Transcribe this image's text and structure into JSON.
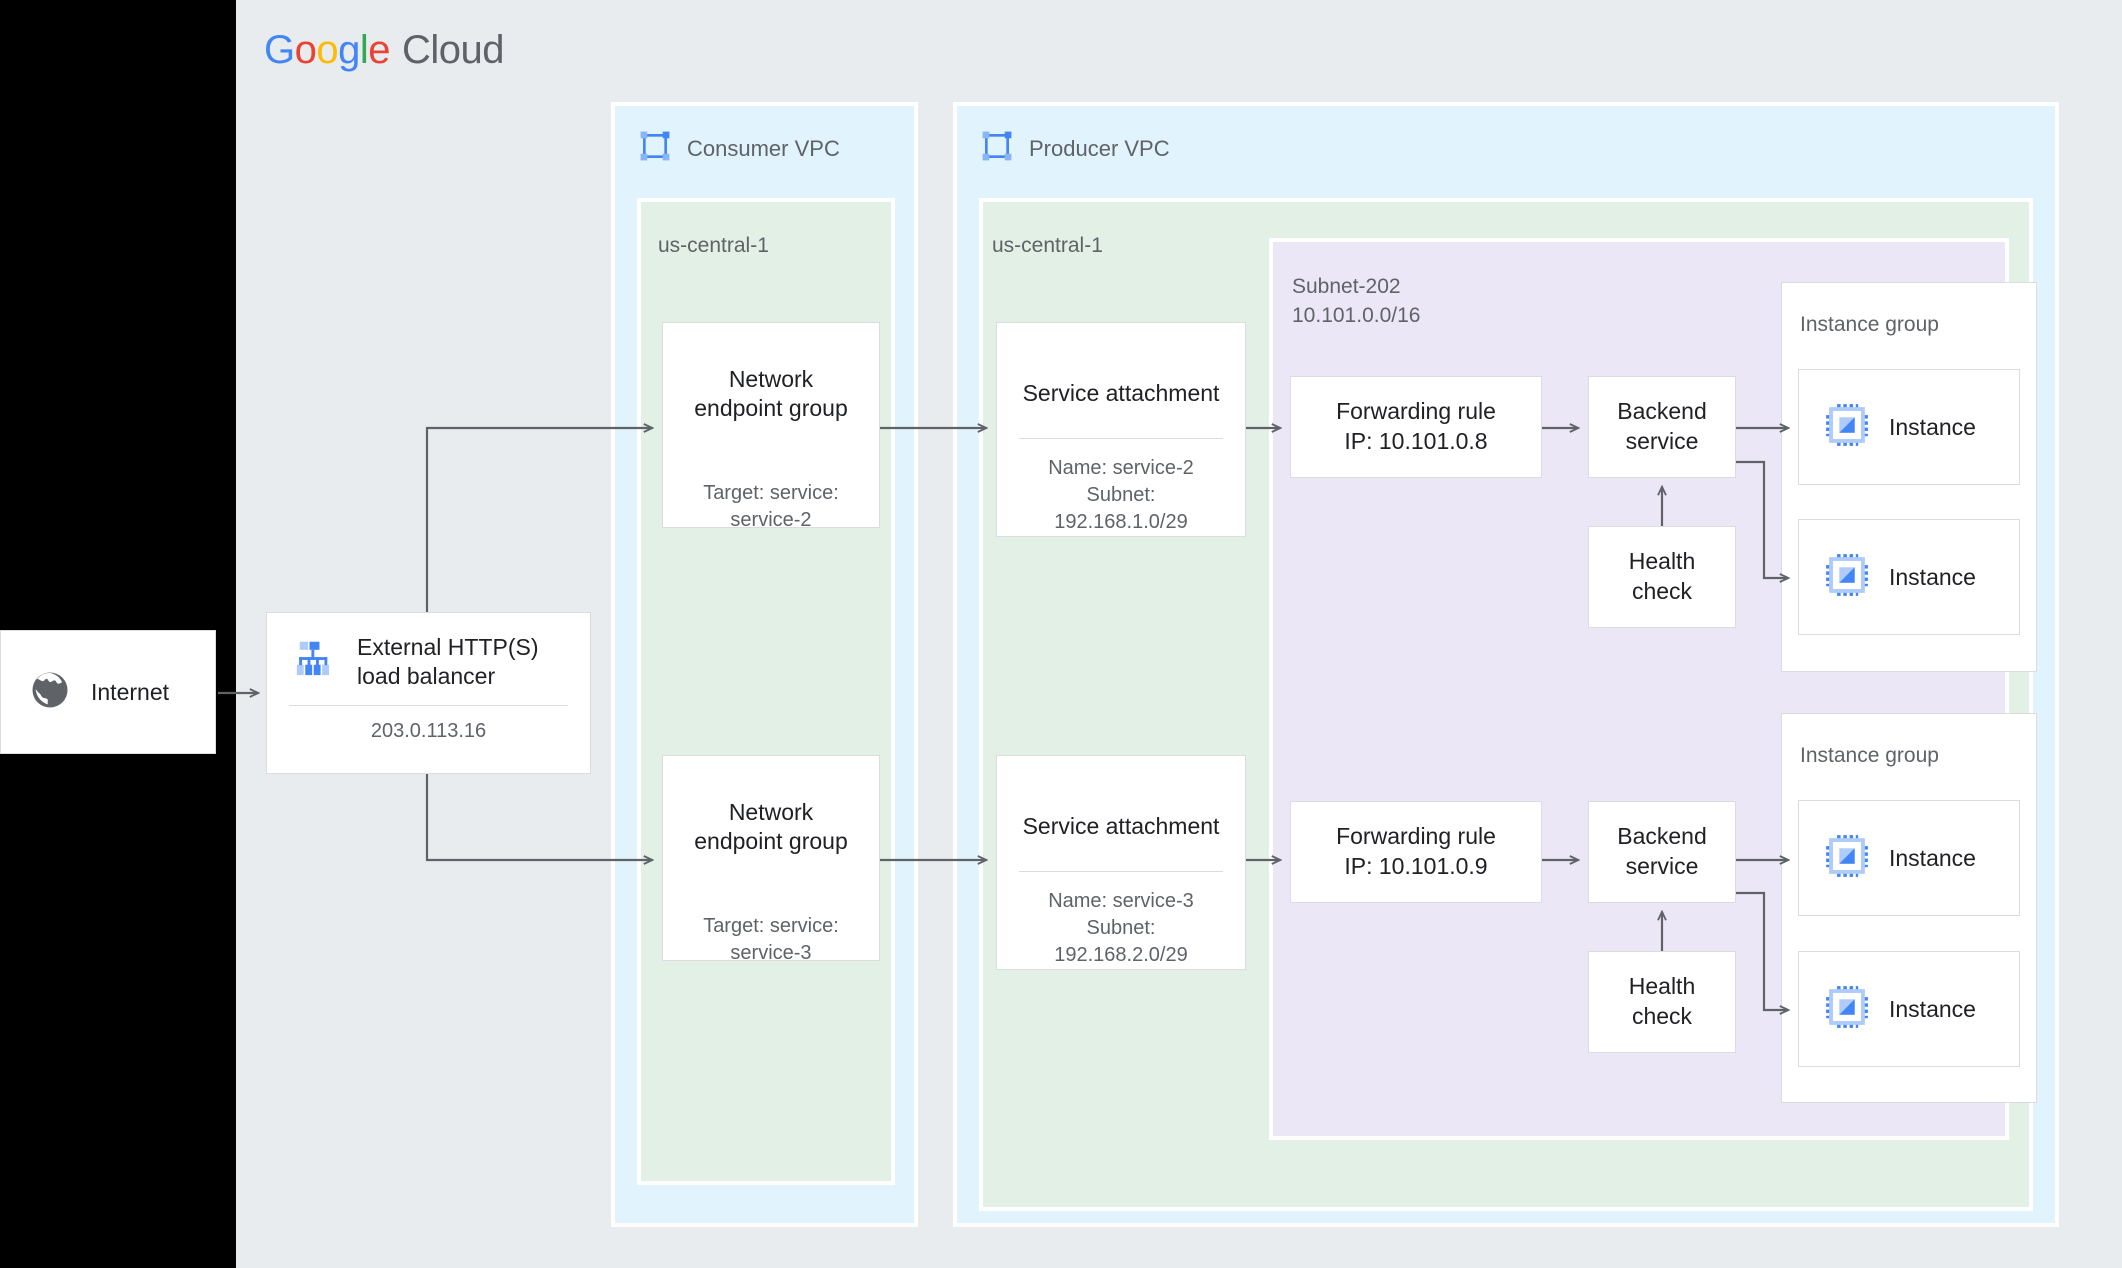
{
  "brand": {
    "logo_letters": [
      "G",
      "o",
      "o",
      "g",
      "l",
      "e"
    ],
    "logo_suffix": "Cloud",
    "colors": {
      "blue": "#4285F4",
      "red": "#EA4335",
      "yellow": "#FBBC05",
      "green": "#34A853",
      "gray": "#5f6368"
    }
  },
  "canvas": {
    "bg": "#e9ecef",
    "outside_bg": "#000000"
  },
  "internet": {
    "label": "Internet",
    "icon": "globe-icon"
  },
  "load_balancer": {
    "title": "External HTTP(S)\nload balancer",
    "title_line1": "External HTTP(S)",
    "title_line2": "load balancer",
    "ip": "203.0.113.16",
    "icon": "load-balancer-icon"
  },
  "vpcs": [
    {
      "id": "consumer",
      "label": "Consumer VPC",
      "icon": "vpc-icon",
      "bg": "#e1f3fd"
    },
    {
      "id": "producer",
      "label": "Producer VPC",
      "icon": "vpc-icon",
      "bg": "#e1f3fd"
    }
  ],
  "regions": [
    {
      "id": "consumer-region",
      "label": "us-central-1",
      "bg": "#e2f0e6"
    },
    {
      "id": "producer-region",
      "label": "us-central-1",
      "bg": "#e2f0e6"
    }
  ],
  "subnet": {
    "name": "Subnet-202",
    "cidr": "10.101.0.0/16",
    "label": "Subnet-202\n10.101.0.0/16",
    "bg": "#ece7f6"
  },
  "flows": [
    {
      "id": "flow-top",
      "neg": {
        "title": "Network\nendpoint group",
        "title_line1": "Network",
        "title_line2": "endpoint group",
        "sub": "Target: service:\nservice-2"
      },
      "service_attachment": {
        "title": "Service attachment",
        "sub": "Name: service-2\nSubnet:\n192.168.1.0/29",
        "name": "service-2",
        "subnet": "192.168.1.0/29"
      },
      "forwarding_rule": {
        "line1": "Forwarding rule",
        "line2": "IP: 10.101.0.8",
        "ip": "10.101.0.8"
      },
      "backend_service": {
        "line1": "Backend",
        "line2": "service"
      },
      "health_check": {
        "line1": "Health",
        "line2": "check"
      },
      "instance_group": {
        "label": "Instance group",
        "instances": [
          {
            "label": "Instance",
            "icon": "cpu-chip-icon"
          },
          {
            "label": "Instance",
            "icon": "cpu-chip-icon"
          }
        ]
      }
    },
    {
      "id": "flow-bottom",
      "neg": {
        "title": "Network\nendpoint group",
        "title_line1": "Network",
        "title_line2": "endpoint group",
        "sub": "Target: service:\nservice-3"
      },
      "service_attachment": {
        "title": "Service attachment",
        "sub": "Name: service-3\nSubnet:\n192.168.2.0/29",
        "name": "service-3",
        "subnet": "192.168.2.0/29"
      },
      "forwarding_rule": {
        "line1": "Forwarding rule",
        "line2": "IP: 10.101.0.9",
        "ip": "10.101.0.9"
      },
      "backend_service": {
        "line1": "Backend",
        "line2": "service"
      },
      "health_check": {
        "line1": "Health",
        "line2": "check"
      },
      "instance_group": {
        "label": "Instance group",
        "instances": [
          {
            "label": "Instance",
            "icon": "cpu-chip-icon"
          },
          {
            "label": "Instance",
            "icon": "cpu-chip-icon"
          }
        ]
      }
    }
  ]
}
